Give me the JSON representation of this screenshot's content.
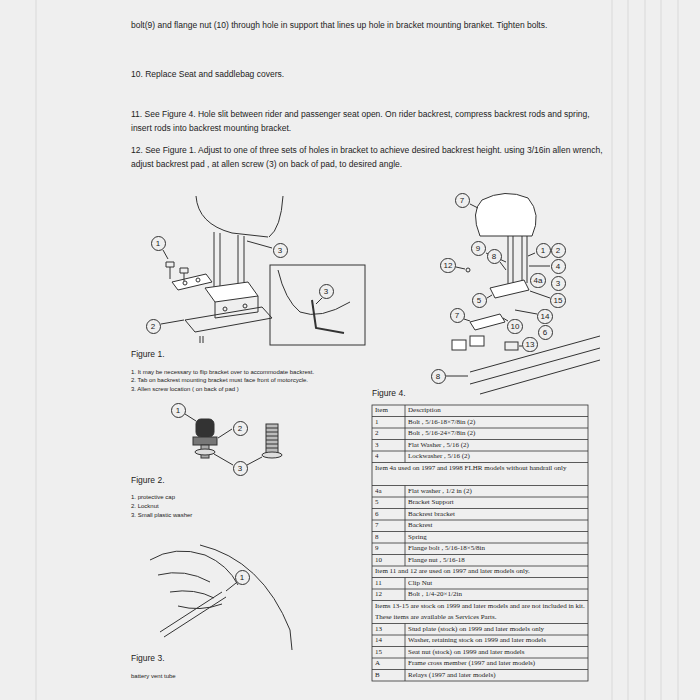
{
  "diagram": {
    "labels": [
      "bolt(9) and flange nut (10) through hole in support that lines up hole in bracket mounting branket. Tighten bolts.",
      "10. Replace Seat and saddlebag covers.",
      "11. See Figure 4. Hole slit between rider and passenger seat open. On rider backrest, compress backrest rods and spring, insert rods into backrest mounting bracket.",
      "12. See Figure 1. Adjust to one of three sets of holes in bracket to achieve desired backrest height. using 3/16in allen wrench, adjust backrest pad , at allen screw (3) on back of pad, to desired angle.",
      "1",
      "3",
      "2",
      "3",
      "Figure 1.",
      "1. It may be necessary to flip bracket over to accommodate backrest.",
      "2. Tab on backrest mounting bracket must face front of motorcycle.",
      "3. Allen screw location ( on back of pad )",
      "1",
      "2",
      "3",
      "Figure 2.",
      "1. protective cap",
      "2. Locknut",
      "3. Small plastic washer",
      "1",
      "Figure 3.",
      "battery vent tube",
      "7",
      "9",
      "8",
      "12",
      "1",
      "2",
      "4",
      "4a",
      "3",
      "15",
      "5",
      "14",
      "7",
      "10",
      "6",
      "13",
      "8",
      "Figure 4.",
      "Item",
      "Description",
      "1",
      "Bolt , 5/16-18×7/8in (2)",
      "2",
      "Bolt , 5/16-24×7/8in (2)",
      "3",
      "Flat Washer , 5/16 (2)",
      "4",
      "Lockwasher , 5/16 (2)",
      "Item 4a used on 1997 and 1998 FLHR models without handrail only",
      "4a",
      "Flat washer , 1/2 in (2)",
      "5",
      "Bracket Support",
      "6",
      "Backrest bracket",
      "7",
      "Backrest",
      "8",
      "Spring",
      "9",
      "Flange bolt , 5/16-18×5/8in",
      "10",
      "Flange nut , 5/16-18",
      "Item 11 and 12 are used on 1997 and later models only.",
      "11",
      "Clip Nut",
      "12",
      "Bolt , 1/4-20×1/2in",
      "Items 13-15 are stock on 1999 and later models and are not included in kit. These items are available as Services Parts.",
      "13",
      "Stud plate (stock) on 1999 and later models only",
      "14",
      "Washer, retaining stock on 1999 and later models",
      "15",
      "Seat nut (stock) on 1999 and later models",
      "A",
      "Frame cross member (1997 and later models)",
      "B",
      "Relays (1997 and later models)"
    ]
  }
}
